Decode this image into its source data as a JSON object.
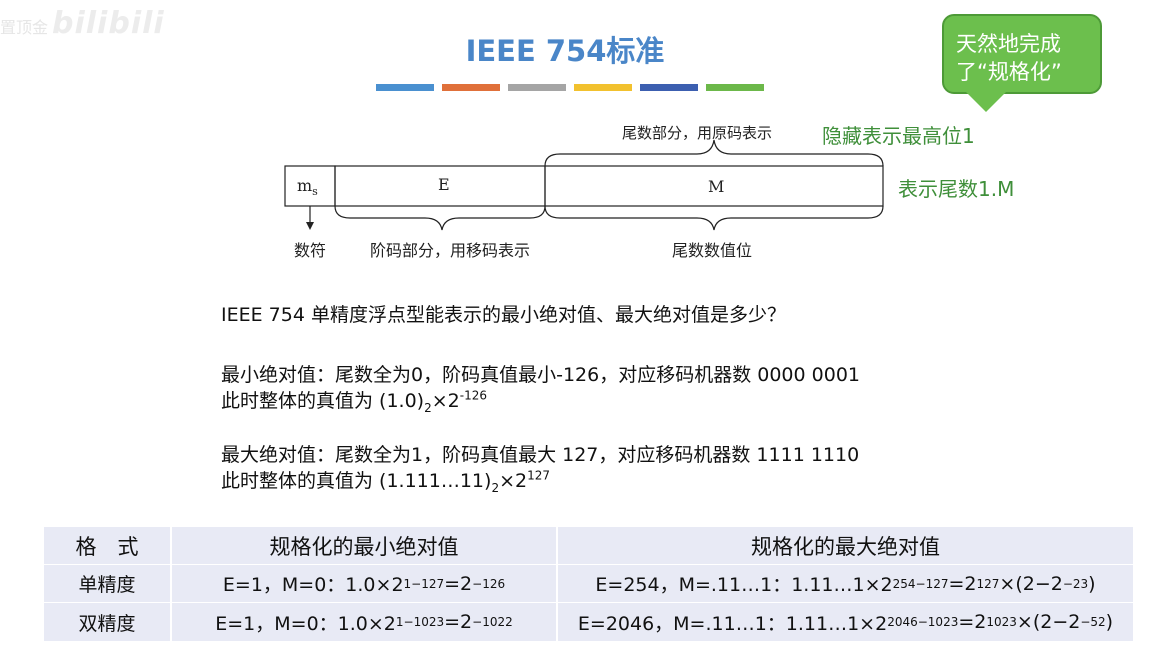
{
  "watermark": {
    "prefix": "置顶金",
    "logo": "bilibili"
  },
  "title": "IEEE 754标准",
  "color_bar": [
    "#4a90d0",
    "#e0703a",
    "#a5a5a5",
    "#f2c12e",
    "#3c5fb0",
    "#6cb84a"
  ],
  "callout": {
    "line1": "天然地完成",
    "line2": "了“规格化”"
  },
  "diagram": {
    "field_sign_main": "m",
    "field_sign_sub": "s",
    "field_exponent": "E",
    "field_mantissa": "M",
    "top_brace_label": "尾数部分，用原码表示",
    "sign_label": "数符",
    "exponent_label": "阶码部分，用移码表示",
    "mantissa_label": "尾数数值位",
    "note_hidden_bit": "隐藏表示最高位1",
    "note_mantissa": "表示尾数1.M"
  },
  "question": "IEEE 754 单精度浮点型能表示的最小绝对值、最大绝对值是多少？",
  "min_block": {
    "line1": "最小绝对值：尾数全为0，阶码真值最小-126，对应移码机器数 0000 0001",
    "line2_pre": "此时整体的真值为 (1.0)",
    "line2_sub": "2",
    "line2_mid": "×2",
    "line2_sup": "-126"
  },
  "max_block": {
    "line1": "最大绝对值：尾数全为1，阶码真值最大 127，对应移码机器数 1111 1110",
    "line2_pre": "此时整体的真值为 (1.111…11)",
    "line2_sub": "2",
    "line2_mid": "×2",
    "line2_sup": "127"
  },
  "table": {
    "headers": [
      "格　式",
      "规格化的最小绝对值",
      "规格化的最大绝对值"
    ],
    "rows": [
      {
        "format": "单精度",
        "min_a": "E=1，M=0：1.0×2",
        "min_sup1": "1−127",
        "min_b": "=2",
        "min_sup2": "−126",
        "max_a": "E=254，M=.11…1：1.11…1×2",
        "max_sup1": "254−127",
        "max_b": "=2",
        "max_sup2": "127",
        "max_c": "×(2−2",
        "max_sup3": "−23",
        "max_d": ")"
      },
      {
        "format": "双精度",
        "min_a": "E=1，M=0：1.0×2",
        "min_sup1": "1−1023",
        "min_b": "=2",
        "min_sup2": "−1022",
        "max_a": "E=2046，M=.11…1：1.11…1×2",
        "max_sup1": "2046−1023",
        "max_b": "=2",
        "max_sup2": "1023",
        "max_c": "×(2−2",
        "max_sup3": "−52",
        "max_d": ")"
      }
    ]
  }
}
